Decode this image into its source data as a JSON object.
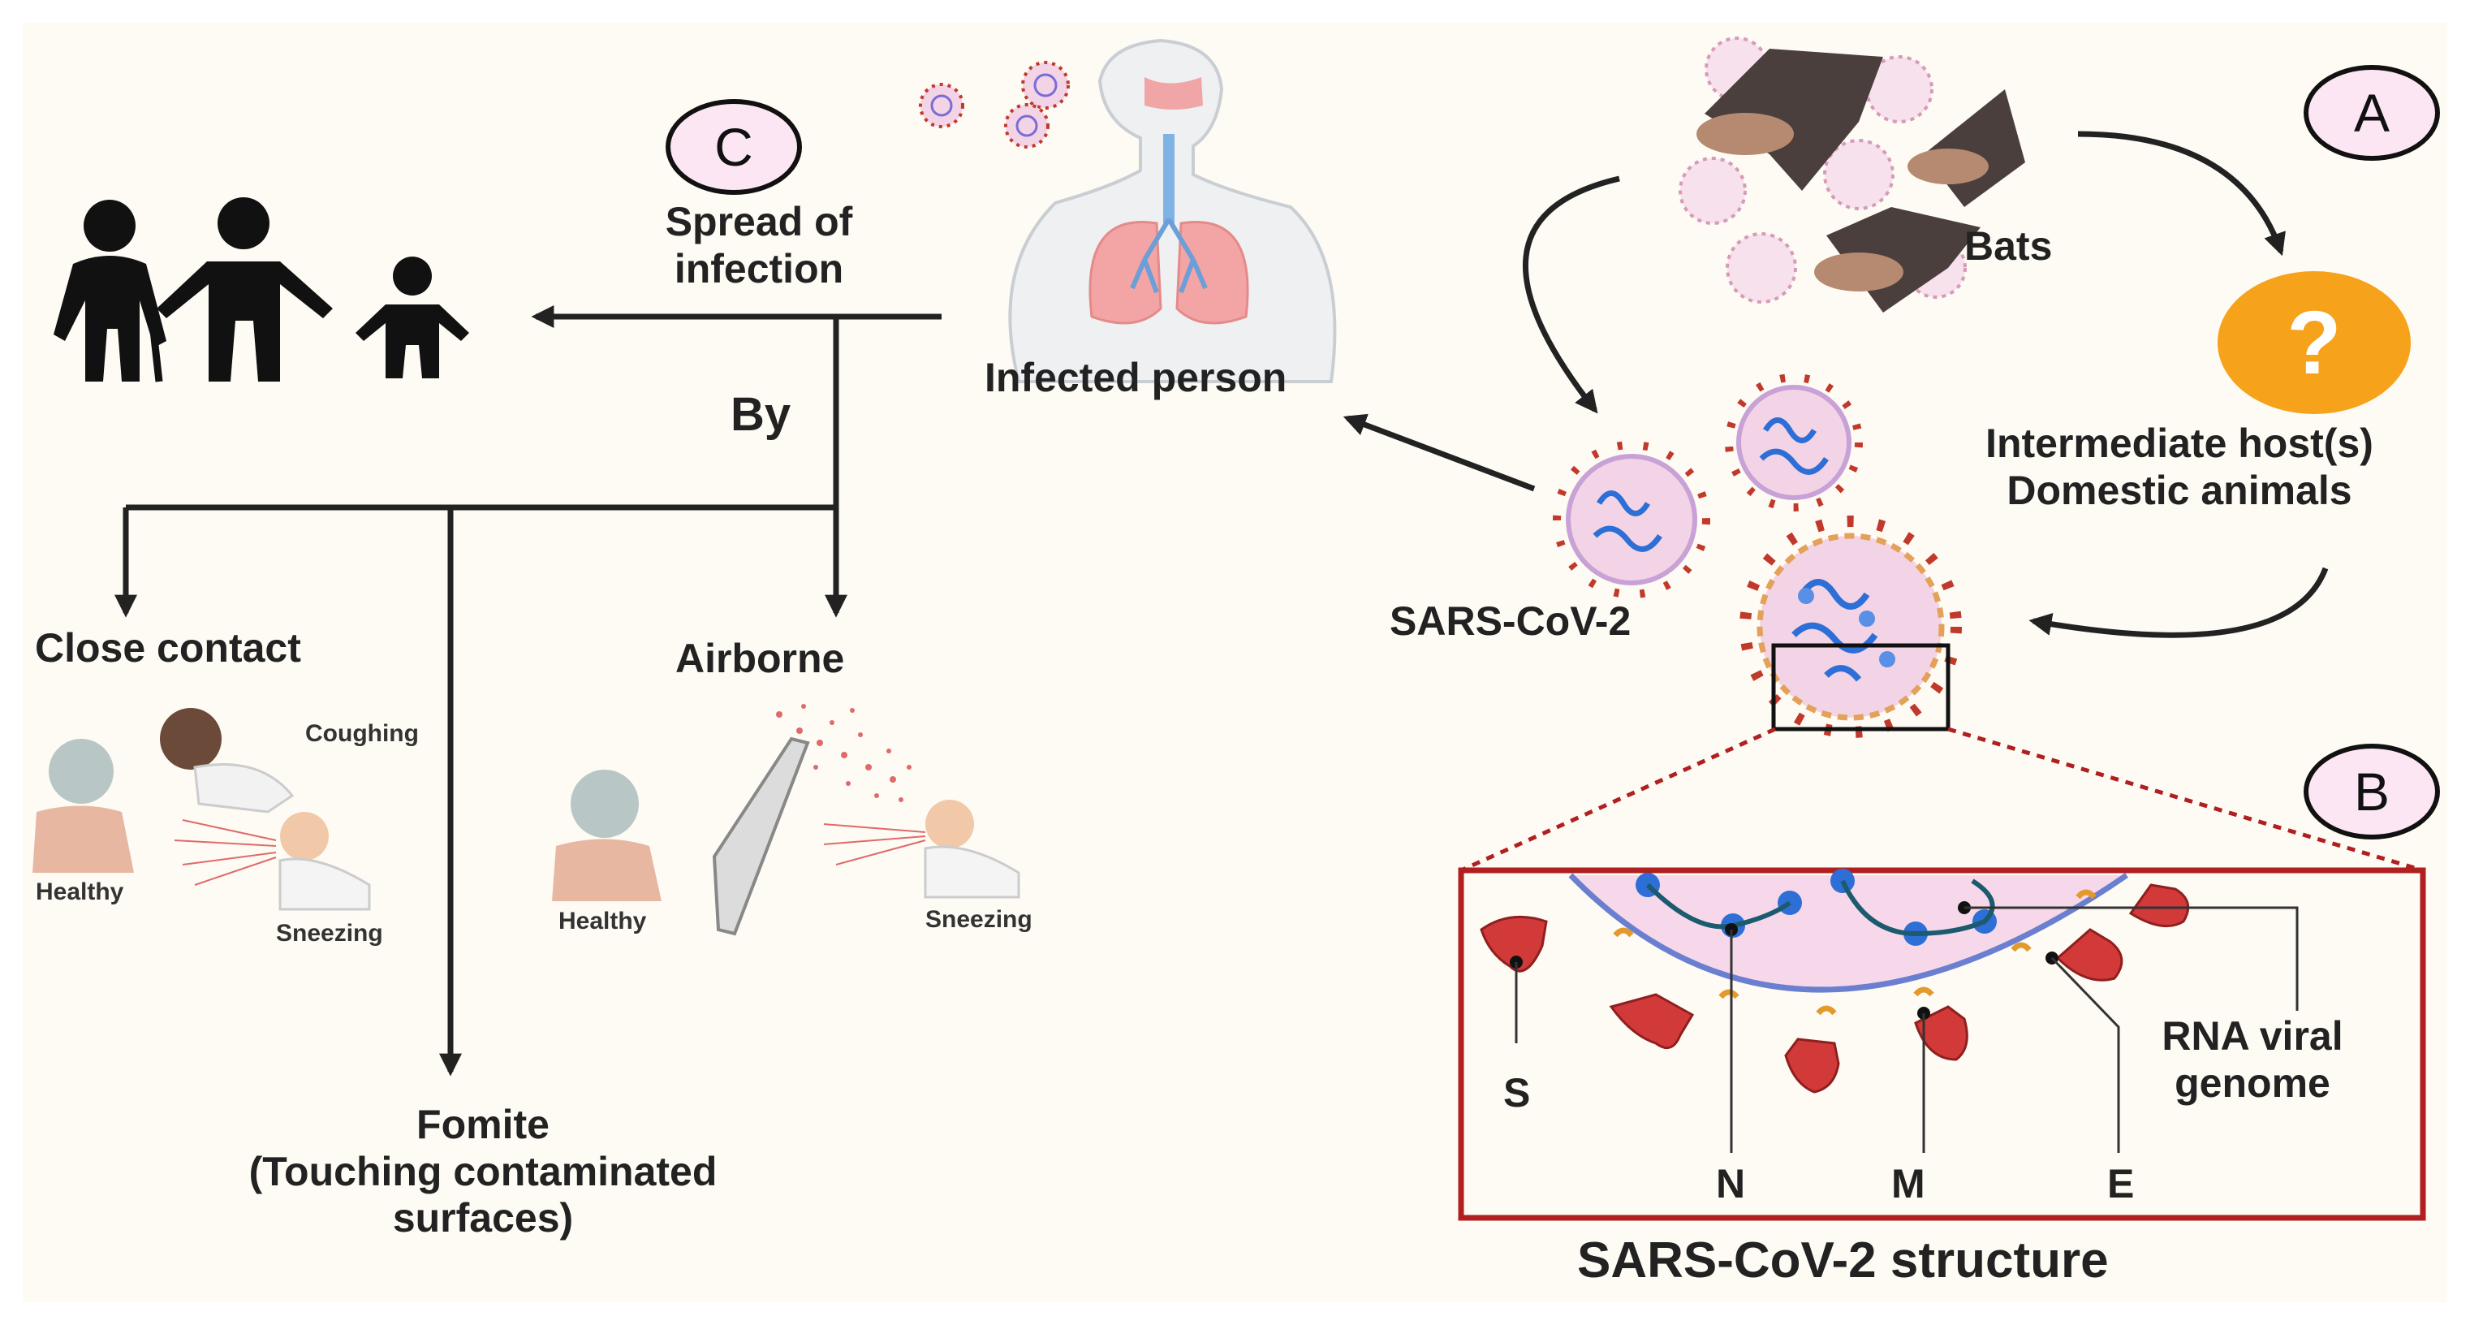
{
  "panel_labels": {
    "a": "A",
    "b": "B",
    "c": "C"
  },
  "transmission": {
    "spread_line1": "Spread of",
    "spread_line2": "infection",
    "by": "By",
    "close_contact": "Close contact",
    "airborne": "Airborne",
    "fomite_line1": "Fomite",
    "fomite_line2": "(Touching contaminated",
    "fomite_line3": "surfaces)",
    "coughing": "Coughing",
    "healthy": "Healthy",
    "sneezing": "Sneezing"
  },
  "origin": {
    "infected_person": "Infected person",
    "bats": "Bats",
    "unknown_symbol": "?",
    "intermediate_line1": "Intermediate host(s)",
    "intermediate_line2": "Domestic animals",
    "virus_name": "SARS-CoV-2"
  },
  "structure": {
    "title": "SARS-CoV-2 structure",
    "s": "S",
    "n": "N",
    "m": "M",
    "e": "E",
    "rna_line1": "RNA viral",
    "rna_line2": "genome"
  },
  "colors": {
    "background": "#fdfbf3",
    "arrow": "#222222",
    "virus_body": "#f3d3e6",
    "virus_spike": "#c0392b",
    "rna": "#2d6fd6",
    "zoom_box": "#b02020",
    "question_badge": "#f6a21a",
    "label_circle": "#fde6f4"
  }
}
